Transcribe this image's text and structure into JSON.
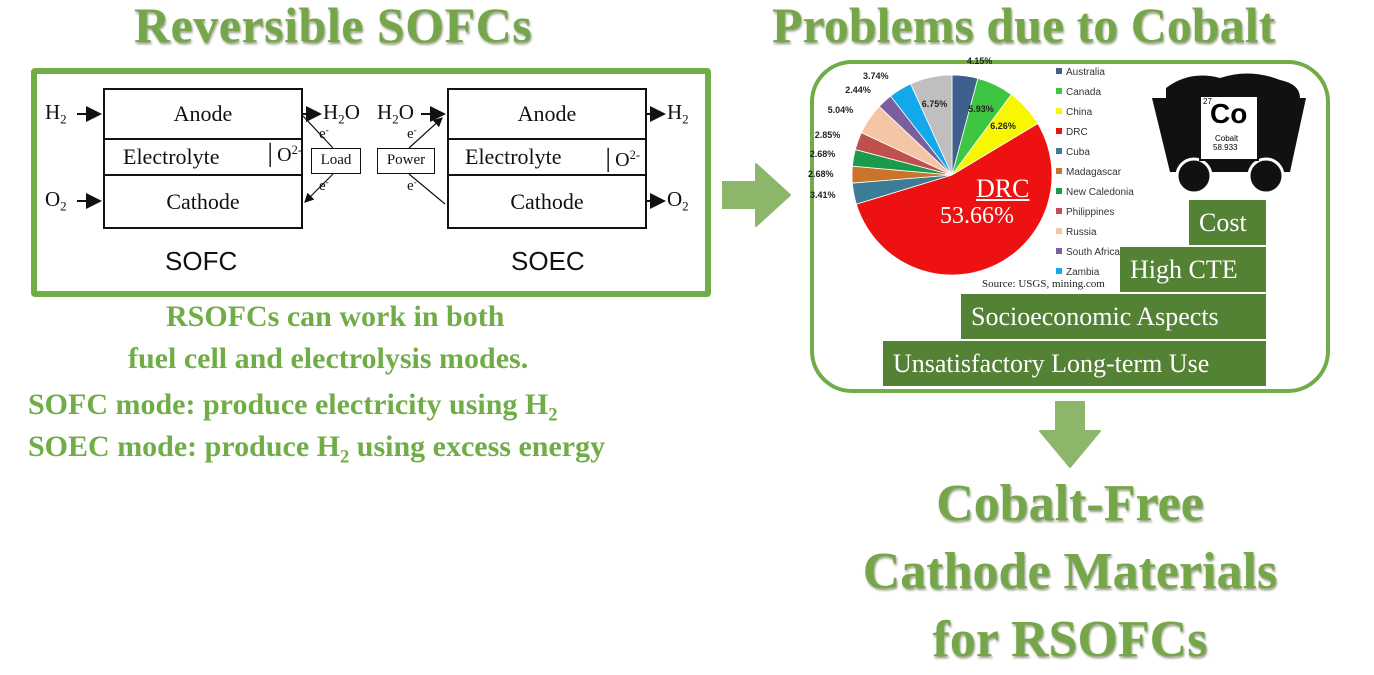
{
  "left": {
    "title": "Reversible SOFCs",
    "diagram": {
      "anode": "Anode",
      "electrolyte": "Electrolyte",
      "cathode": "Cathode",
      "load": "Load",
      "power": "Power",
      "sofc_label": "SOFC",
      "soec_label": "SOEC",
      "h": "H",
      "o": "O",
      "two": "2",
      "o2_ion": "O",
      "o2_charge": "2-",
      "electron": "e",
      "electron_sign": "-"
    },
    "desc_line1": "RSOFCs can work in both",
    "desc_line2": "fuel cell and electrolysis modes.",
    "sofc_mode_text": "SOFC mode: produce electricity using H",
    "soec_mode_a": "SOEC mode: produce H",
    "soec_mode_b": " using excess energy",
    "sub2": "2"
  },
  "right": {
    "title": "Problems due to Cobalt",
    "pie_big_label": "DRC",
    "pie_big_pct": "53.66%",
    "source": "Source: USGS, mining.com",
    "element": {
      "number": "27",
      "symbol": "Co",
      "name": "Cobalt",
      "mass": "58.933"
    },
    "problems": [
      "Cost",
      "High CTE",
      "Socioeconomic Aspects",
      "Unsatisfactory Long-term Use"
    ]
  },
  "bottom": {
    "line1": "Cobalt-Free",
    "line2": "Cathode Materials",
    "line3": "for RSOFCs"
  },
  "chart_data": {
    "type": "pie",
    "title": "",
    "slices": [
      {
        "name": "Australia",
        "value": 4.15,
        "label": "4.15%",
        "color": "#3f5f8f"
      },
      {
        "name": "Canada",
        "value": 5.93,
        "label": "5.93%",
        "color": "#3ec642"
      },
      {
        "name": "China",
        "value": 6.26,
        "label": "6.26%",
        "color": "#f7f700"
      },
      {
        "name": "DRC",
        "value": 53.66,
        "label": "53.66%",
        "color": "#ee1111"
      },
      {
        "name": "Cuba",
        "value": 3.41,
        "label": "3.41%",
        "color": "#3b7d97"
      },
      {
        "name": "Madagascar",
        "value": 2.68,
        "label": "2.68%",
        "color": "#c9732b"
      },
      {
        "name": "New Caledonia",
        "value": 2.68,
        "label": "2.68%",
        "color": "#1b9a4c"
      },
      {
        "name": "Philippines",
        "value": 2.85,
        "label": "2.85%",
        "color": "#c0504d"
      },
      {
        "name": "Russia",
        "value": 5.04,
        "label": "5.04%",
        "color": "#f5c6a5"
      },
      {
        "name": "South Africa",
        "value": 2.44,
        "label": "2.44%",
        "color": "#7b5e9c"
      },
      {
        "name": "Zambia",
        "value": 3.74,
        "label": "3.74%",
        "color": "#12a8ea"
      },
      {
        "name": "",
        "value": 6.75,
        "label": "6.75%",
        "color": "#bfbfbf"
      }
    ],
    "legend": [
      "Australia",
      "Canada",
      "China",
      "DRC",
      "Cuba",
      "Madagascar",
      "New Caledonia",
      "Philippines",
      "Russia",
      "South Africa",
      "Zambia"
    ],
    "legend_position": "right"
  }
}
